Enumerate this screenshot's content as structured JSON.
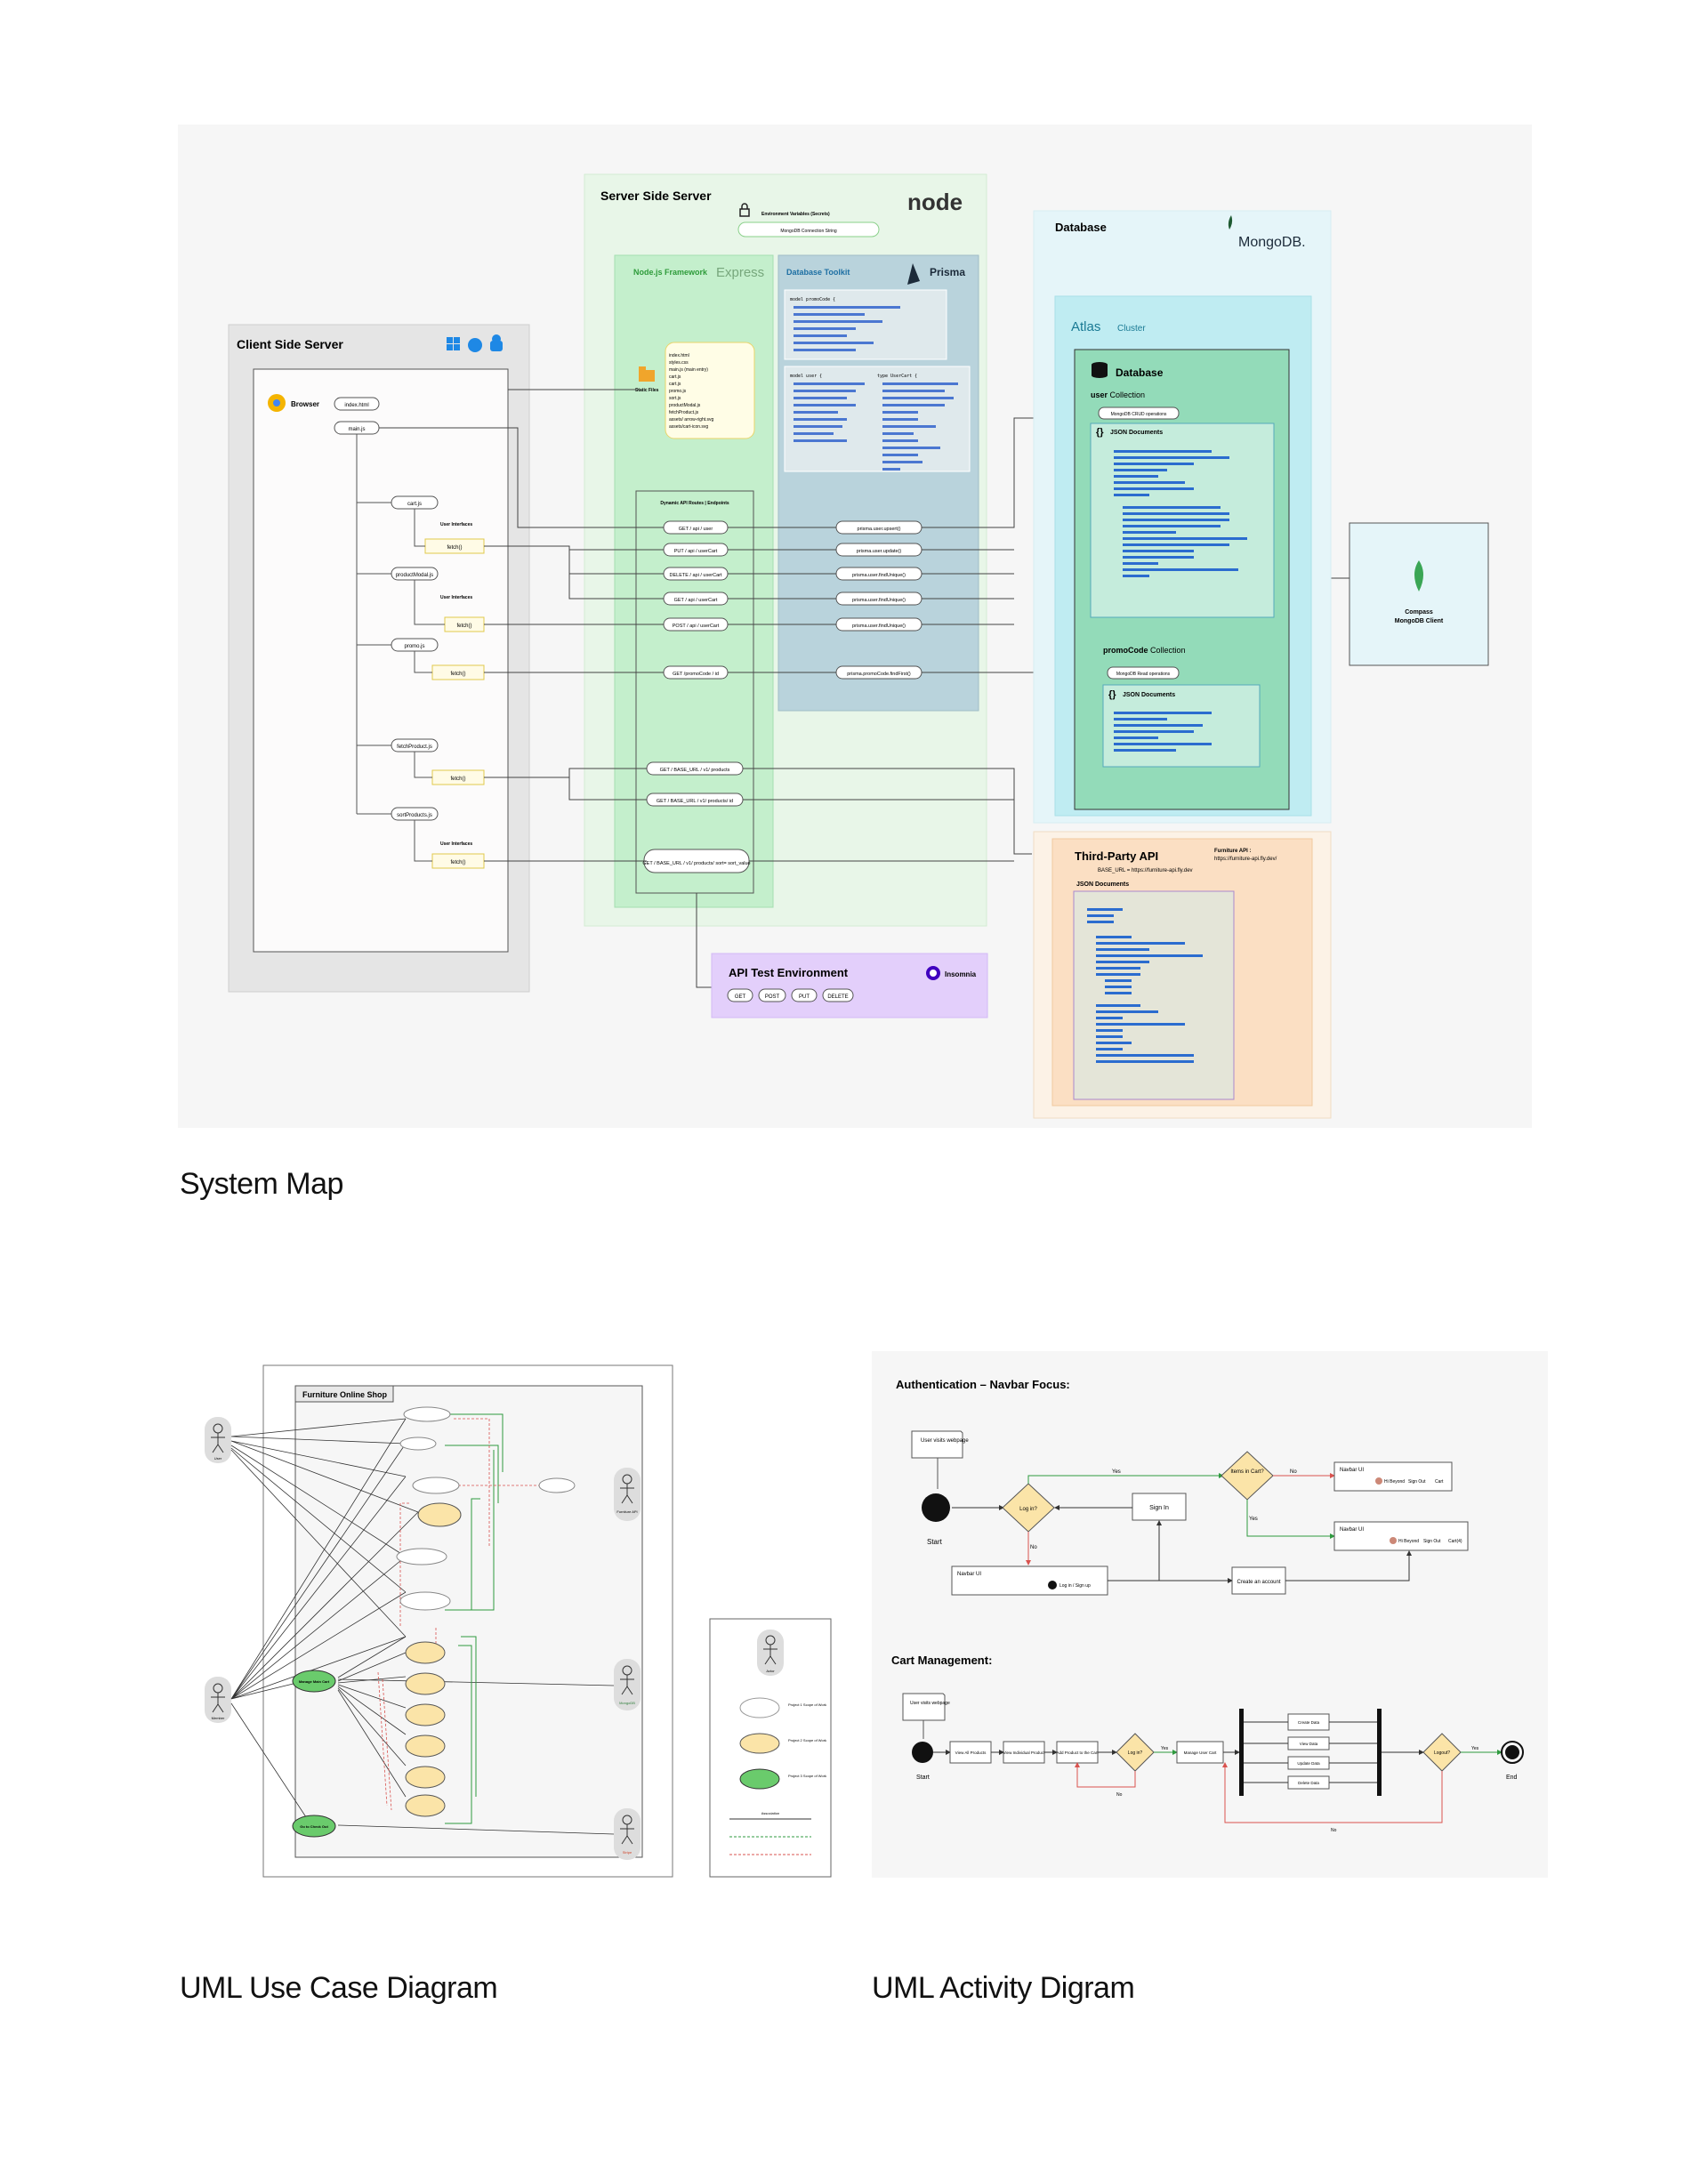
{
  "captions": {
    "system_map": "System Map",
    "use_case": "UML Use Case Diagram",
    "activity": "UML Activity Digram"
  },
  "system_map": {
    "client": {
      "title": "Client Side Server",
      "browser": "Browser",
      "files": [
        "index.html",
        "main.js"
      ],
      "modules": [
        "cart.js",
        "productModal.js",
        "promo.js",
        "fetchProduct.js",
        "sortProducts.js"
      ],
      "ui_label": "User Interfaces",
      "fetch_label": "fetch()"
    },
    "server": {
      "title": "Server Side Server",
      "env_title": "Environment Variables (Secrets)",
      "env_value": "MongoDB Connection String",
      "node_logo": "node",
      "nodejs_framework": "Node.js Framework",
      "express": "Express",
      "static_files_label": "Static Files",
      "static_files": [
        "index.html",
        "styles.css",
        "main.js (main entry)",
        "cart.js",
        "cart.js",
        "promo.js",
        "sort.js",
        "productModal.js",
        "fetchProduct.js",
        "assets/ arrow-right.svg",
        "assets/cart-icon.svg"
      ],
      "routes_title": "Dynamic API Routes | Endpoints",
      "routes": [
        "GET / api / user",
        "PUT / api / userCart",
        "DELETE / api / userCart",
        "GET / api / userCart",
        "POST / api / userCart",
        "GET /promoCode / id"
      ],
      "external_routes": [
        "GET / BASE_URL / v1/ products",
        "GET / BASE_URL / v1/ products/ id",
        "GET / BASE_URL / v1/ products/ sort= sort_value"
      ],
      "db_toolkit": "Database Toolkit",
      "prisma": "Prisma",
      "model_promo": "model promoCode {",
      "model_user": "model user {",
      "type_usercart": "type UserCart {",
      "prisma_calls": [
        "prisma.user.upsert()",
        "prisma.user.update()",
        "prisma.user.findUnique()",
        "prisma.user.findUnique()",
        "prisma.user.findUnique()",
        "prisma.promoCode.findFirst()"
      ]
    },
    "database": {
      "title": "Database",
      "mongodb": "MongoDB.",
      "atlas": "Atlas",
      "cluster": "Cluster",
      "db_label": "Database",
      "user_collection_bold": "user",
      "user_collection_rest": " Collection",
      "user_ops": "MongoDB CRUD operations",
      "json_docs": "JSON Documents",
      "promo_collection_bold": "promoCode",
      "promo_collection_rest": " Collection",
      "promo_ops": "MongoDB Read operations"
    },
    "compass": {
      "line1": "Compass",
      "line2": "MongoDB Client"
    },
    "third_party": {
      "title": "Third-Party API",
      "furniture_label": "Furniture API :",
      "furniture_url": "https://furniture-api.fly.dev/",
      "base_url": "BASE_URL = https://furniture-api.fly.dev",
      "json_docs": "JSON Documents"
    },
    "api_test": {
      "title": "API Test Environment",
      "tool": "Insomnia",
      "methods": [
        "GET",
        "POST",
        "PUT",
        "DELETE"
      ]
    }
  },
  "use_case": {
    "system_title": "Furniture Online Shop",
    "actors": [
      "User",
      "Member",
      "Furniture API",
      "MongoDB",
      "Stripe"
    ],
    "legend": {
      "actor": "Actor",
      "p1": "Project 1 Scope of Work",
      "p2": "Project 2 Scope of Work",
      "p3": "Project 3 Scope of Work",
      "association": "Association"
    },
    "member_case": "Manage Main Cart",
    "checkout_case": "Go to Check Out"
  },
  "activity": {
    "auth_title": "Authentication – Navbar Focus:",
    "visit": "User visits webpage",
    "start": "Start",
    "logged_in": "Log in?",
    "yes": "Yes",
    "no": "No",
    "items_in_cart": "Items in Cart?",
    "sign_in": "Sign In",
    "navbar_ui": "Navbar UI",
    "login_signup": "Log in / Sign up",
    "create_account": "Create an account",
    "hi_beyond": "Hi Beyond",
    "sign_out": "Sign Out",
    "cart": "Cart",
    "cart_count": "Cart(4)",
    "cart_title": "Cart Management:",
    "view_all": "View All Products",
    "view_individual": "View Individual Product",
    "add_to_cart": "Add Product to the Cart",
    "manage_cart": "Manage User Cart",
    "create_data": "Create Data",
    "view_data": "View Data",
    "update_data": "Update Data",
    "delete_data": "Delete Data",
    "logout": "Logout?",
    "end": "End"
  }
}
